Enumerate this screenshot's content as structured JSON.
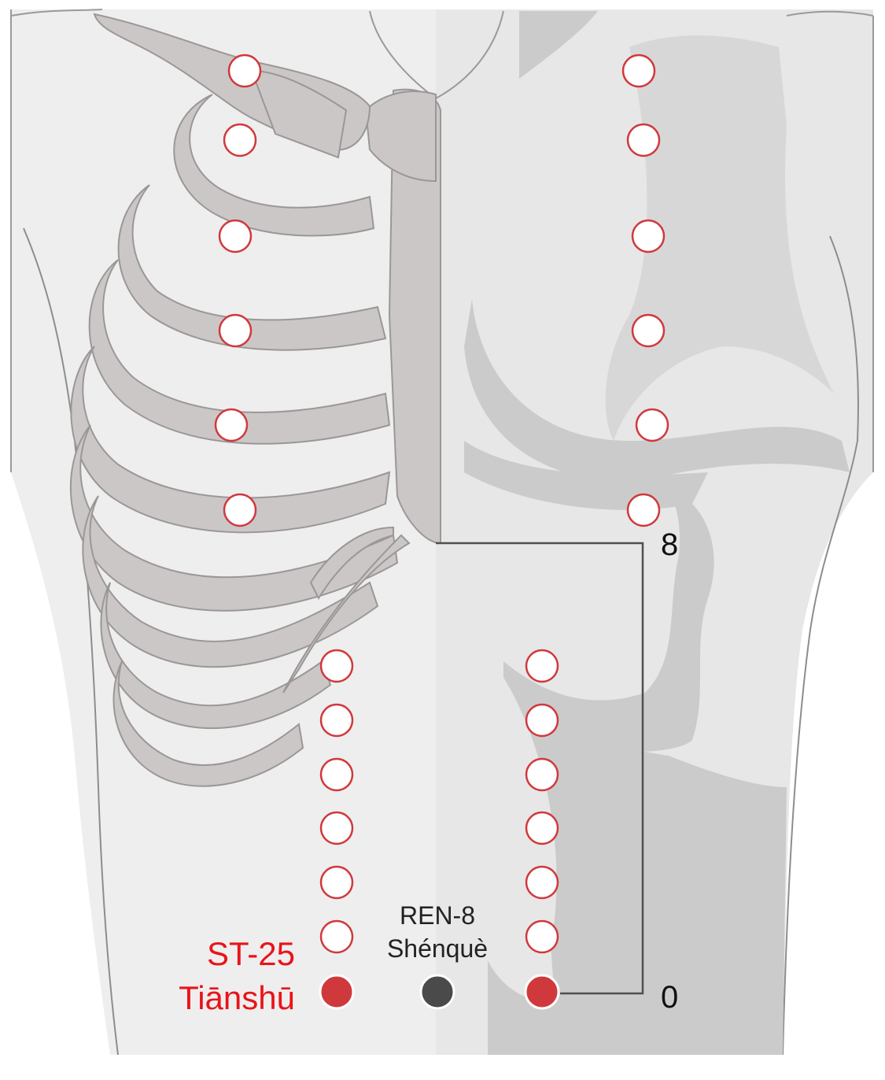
{
  "labels": {
    "active_code": "ST-25",
    "active_name": "Tiānshū",
    "ref_code": "REN-8",
    "ref_name": "Shénquè",
    "scale_top": "8",
    "scale_bottom": "0"
  },
  "colors": {
    "active": "#d0393c",
    "active_text": "#e8141a",
    "reference": "#4a4a4a",
    "outline": "#d0393c",
    "body_left": "#eeeeee",
    "body_right": "#e6e6e6",
    "bone": "#cfcaca",
    "bone_stroke": "#9e9a9a",
    "shadow": "#c9c9c9"
  },
  "points": {
    "chest_left_count": 6,
    "chest_right_count": 6,
    "abdomen_left_count": 6,
    "abdomen_right_count": 6,
    "active_count": 2,
    "reference_count": 1
  }
}
